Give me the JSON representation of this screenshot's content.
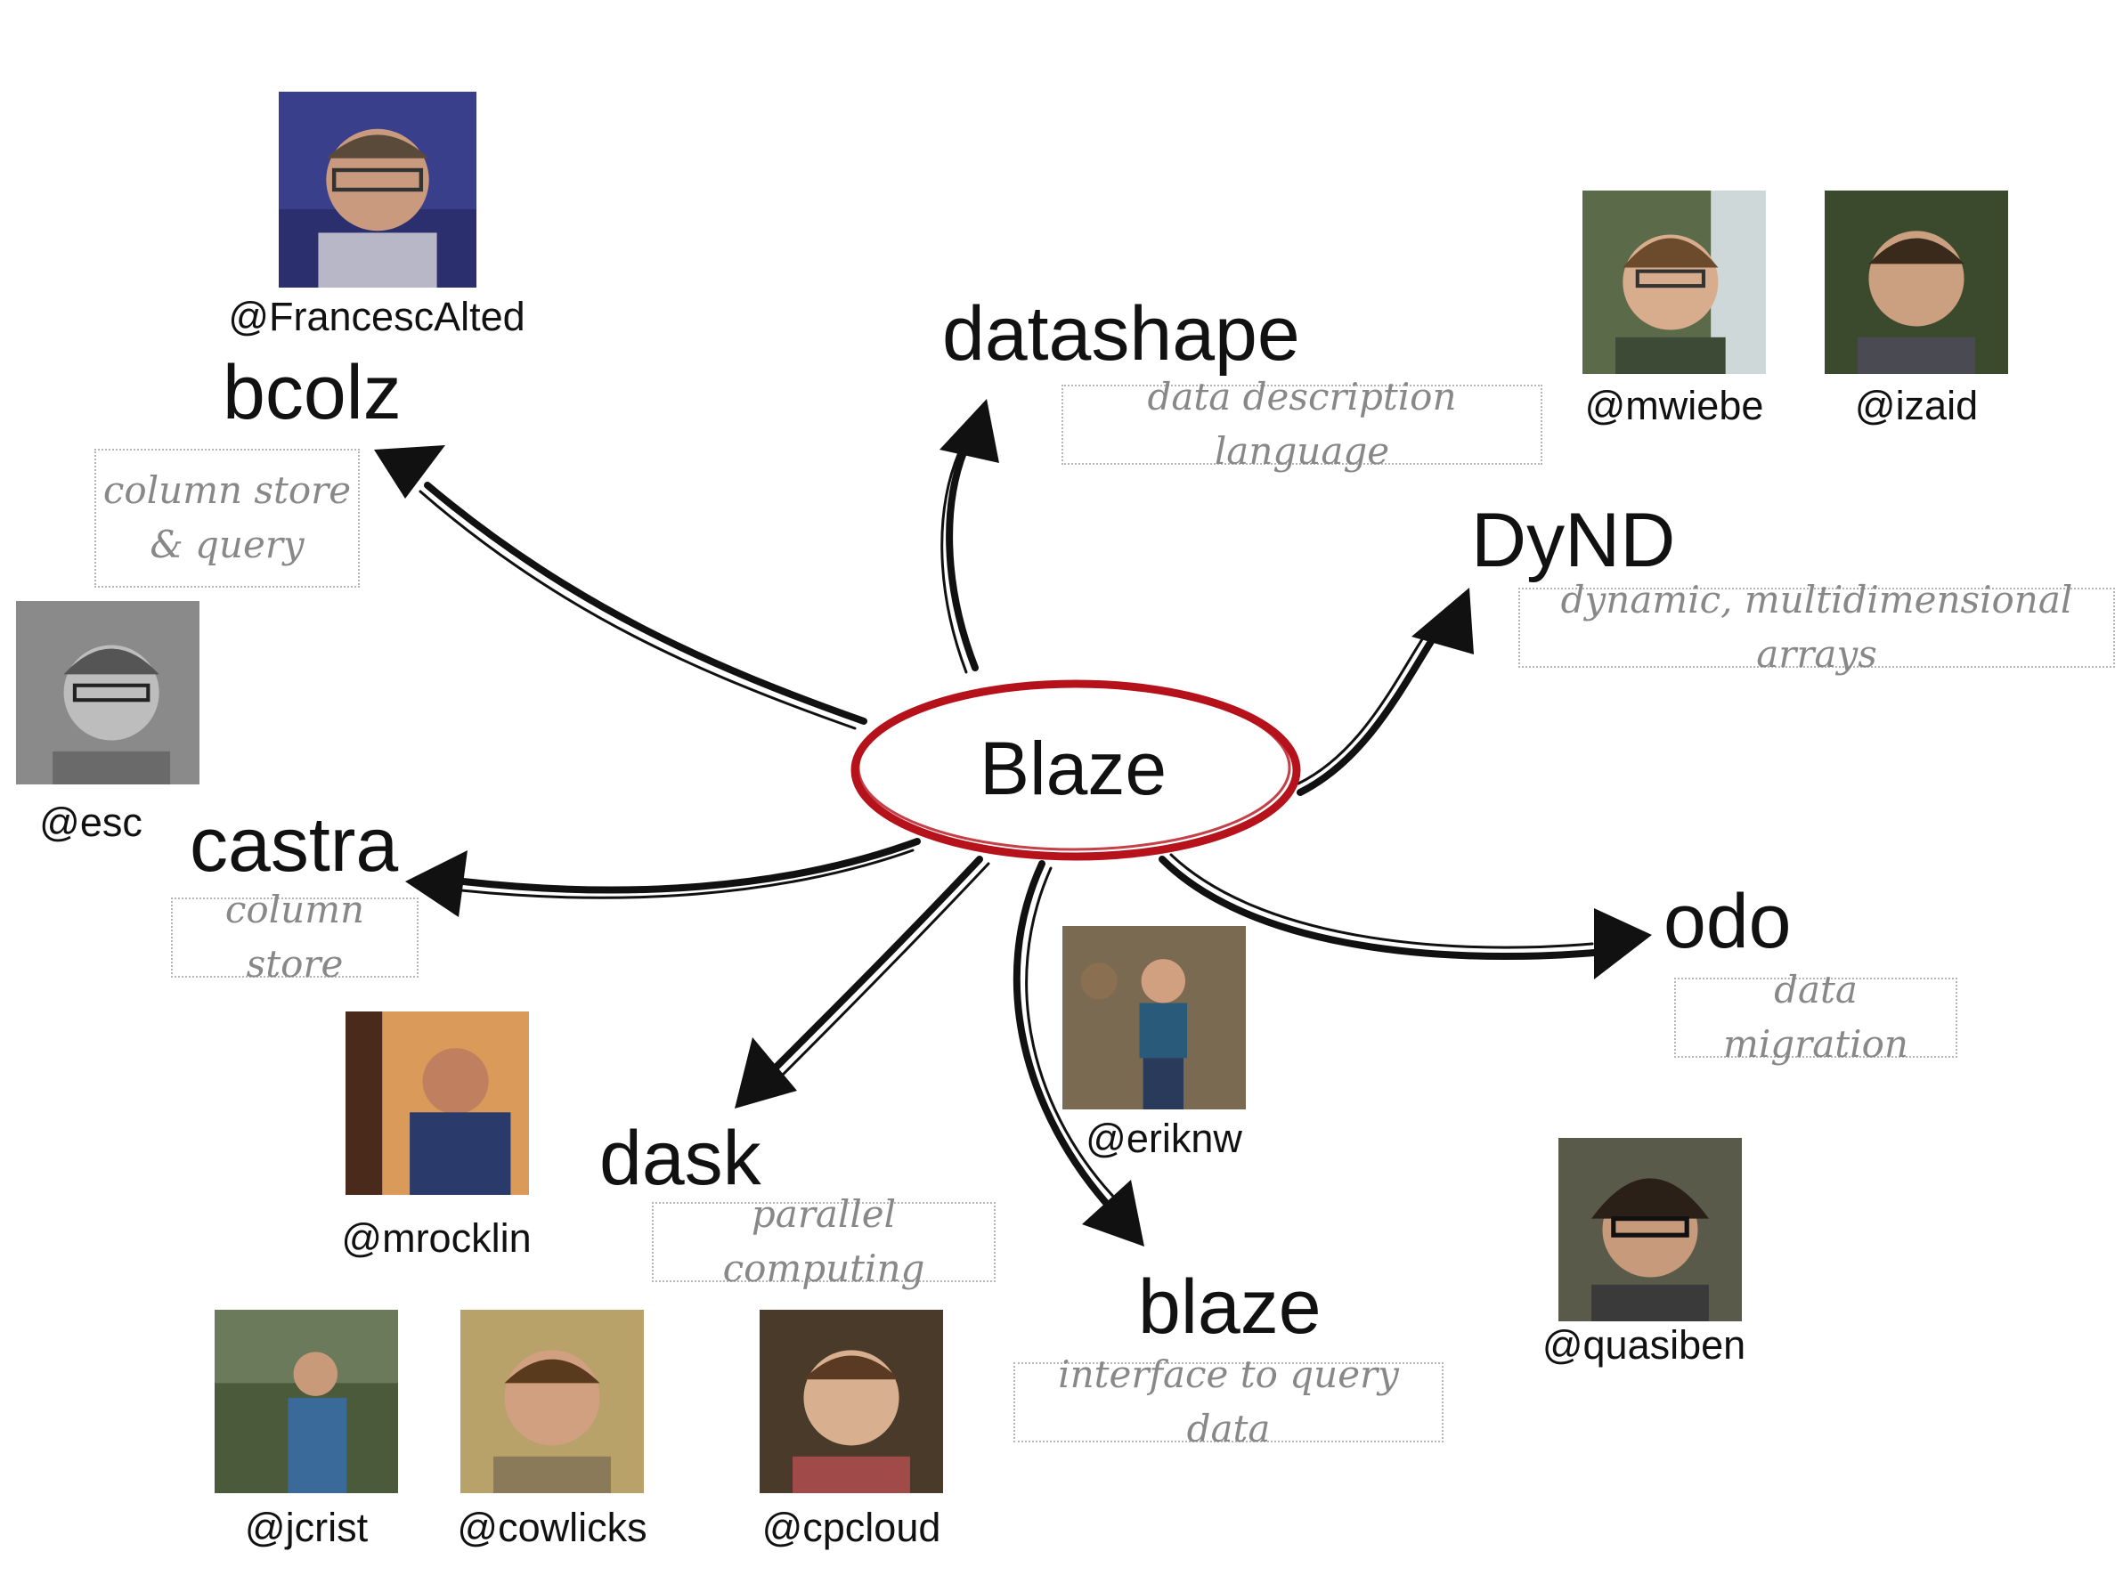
{
  "hub": {
    "label": "Blaze"
  },
  "projects": {
    "bcolz": {
      "name": "bcolz",
      "desc": "column store\n& query"
    },
    "datashape": {
      "name": "datashape",
      "desc": "data description language"
    },
    "dynd": {
      "name": "DyND",
      "desc": "dynamic, multidimensional arrays"
    },
    "castra": {
      "name": "castra",
      "desc": "column store"
    },
    "odo": {
      "name": "odo",
      "desc": "data migration"
    },
    "dask": {
      "name": "dask",
      "desc": "parallel computing"
    },
    "blaze": {
      "name": "blaze",
      "desc": "interface to query data"
    }
  },
  "people": {
    "francescalted": "@FrancescAlted",
    "mwiebe": "@mwiebe",
    "izaid": "@izaid",
    "esc": "@esc",
    "mrocklin": "@mrocklin",
    "eriknw": "@eriknw",
    "quasiben": "@quasiben",
    "jcrist": "@jcrist",
    "cowlicks": "@cowlicks",
    "cpcloud": "@cpcloud"
  },
  "colors": {
    "hub_ring": "#b5121b",
    "arrow": "#111111",
    "desc_text": "#888888",
    "desc_border": "#b5b5b5"
  }
}
